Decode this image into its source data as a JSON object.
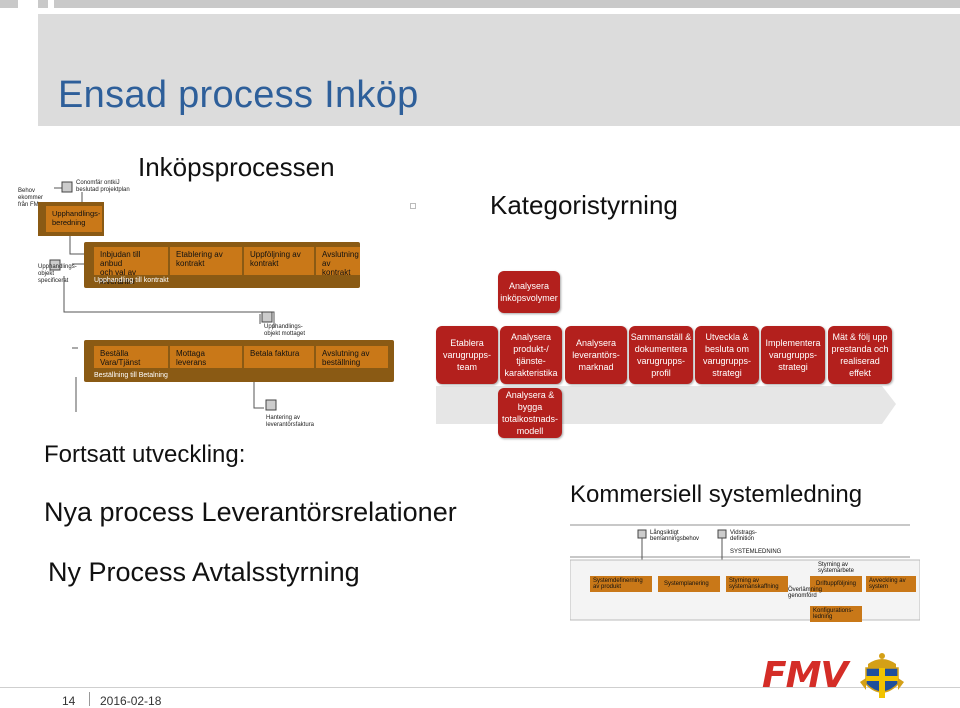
{
  "title": "Ensad process Inköp",
  "headings": {
    "inkopsprocessen": "Inköpsprocessen",
    "kategoristyrning": "Kategoristyrning",
    "fortsatt": "Fortsatt utveckling:",
    "leverantorsrelationer": "Nya process Leverantörsrelationer",
    "avtalsstyrning": "Ny Process Avtalsstyrning",
    "systemledning": "Kommersiell systemledning"
  },
  "inkop_diagram": {
    "start_event": "Behov\nekommer\nfrån FM",
    "row1_event": "Conomfär ontkiJ\nbeslutad projektplan",
    "row1_activity": "Upphandlings-\nberedning",
    "row2_start": "Upphandlings-\nobjekt\nspecificerat",
    "row2_steps": [
      "Inbjudan till anbud\noch val av leverantor",
      "Etablering av kontrakt",
      "Uppföljning av\nkontrakt",
      "Avslutning av\nkontrakt"
    ],
    "row2_bar": "Upphandling till kontrakt",
    "row3_event": "Upphandlings-\nobjekt mottaget",
    "row3_steps": [
      "Beställa Vara/Tjänst",
      "Mottaga leverans",
      "Betala faktura",
      "Avslutning av beställning"
    ],
    "row3_bar": "Beställning till Betalning",
    "row3_end": "Hantering av\nleverantörsfaktura"
  },
  "kategori": {
    "top": "Analysera\ninköpsvolymer",
    "steps": [
      "Etablera\nvarugrupps-\nteam",
      "Analysera\nprodukt-/\ntjänste-\nkarakteristika",
      "Analysera\nleverantörs-\nmarknad",
      "Sammanställ &\ndokumentera\nvarugrupps-\nprofil",
      "Utveckla &\nbesluta om\nvarugrupps-\nstrategi",
      "Implementera\nvarugrupps-\nstrategi",
      "Mät & följ upp\nprestanda och\nrealiserad\neffekt"
    ],
    "bottom": "Analysera &\nbygga\ntotalkostnads-\nmodell"
  },
  "system_diagram": {
    "top_left": "Långsiktigt\nbemanningsbehov",
    "top_right": "Vidstrags-\ndefinition",
    "label": "SYSTEMLEDNING",
    "right_event": "Styrning av\nsystemarbete",
    "steps": [
      "Systemdefinerning\nav produkt",
      "Systemplanering",
      "Styrning av\nsystemanskaffning",
      "Driftuppföljning",
      "Avveckling av\nsystem"
    ],
    "sub1": "Överlämning\ngenomförd",
    "sub2": "Konfigurations-\nledning"
  },
  "footer": {
    "page": "14",
    "date": "2016-02-18",
    "logo": "FMV"
  },
  "colors": {
    "title": "#2e5f9a",
    "red_box": "#b3201d",
    "chevron": "#c97818",
    "logo_red": "#d42d27"
  }
}
